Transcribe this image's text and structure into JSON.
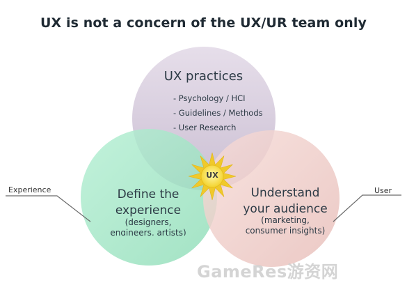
{
  "title": "UX is not a concern of the UX/UR team only",
  "top_circle": {
    "title": "UX practices",
    "items": [
      "- Psychology / HCI",
      "- Guidelines / Methods",
      "- User Research"
    ]
  },
  "left_circle": {
    "title_line1": "Define the",
    "title_line2": "experience",
    "sub_line1": "(designers,",
    "sub_line2": "engineers, artists)"
  },
  "right_circle": {
    "title_line1": "Understand",
    "title_line2": "your audience",
    "sub_line1": "(marketing,",
    "sub_line2": "consumer insights)"
  },
  "center_badge": "UX",
  "side_left": "Experience",
  "side_right": "User",
  "watermark": "GameRes游资网",
  "colors": {
    "top_circle": "#d9cfe0",
    "left_circle": "#a6e8c9",
    "right_circle": "#f1cfcb",
    "sun": "#f7e04a"
  }
}
